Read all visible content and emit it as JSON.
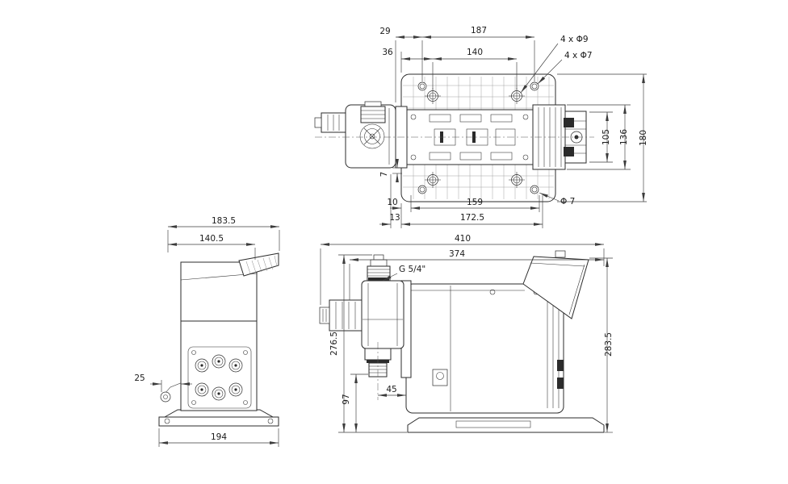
{
  "views": {
    "top": {
      "dim_29": "29",
      "dim_187": "187",
      "dim_36": "36",
      "dim_140": "140",
      "note_4x_phi9": "4 x Φ9",
      "note_4x_phi7": "4 x Φ7",
      "dim_105": "105",
      "dim_136": "136",
      "dim_180": "180",
      "dim_7": "7",
      "dim_10": "10",
      "dim_159": "159",
      "dim_13": "13",
      "dim_172_5": "172.5",
      "note_phi7": "Φ 7"
    },
    "front": {
      "dim_183_5": "183.5",
      "dim_140_5": "140.5",
      "dim_25": "25",
      "dim_194": "194"
    },
    "side": {
      "dim_410": "410",
      "dim_374": "374",
      "note_g54": "G 5/4\"",
      "dim_276_5": "276.5",
      "dim_97": "97",
      "dim_45": "45",
      "dim_283_5": "283.5"
    }
  }
}
